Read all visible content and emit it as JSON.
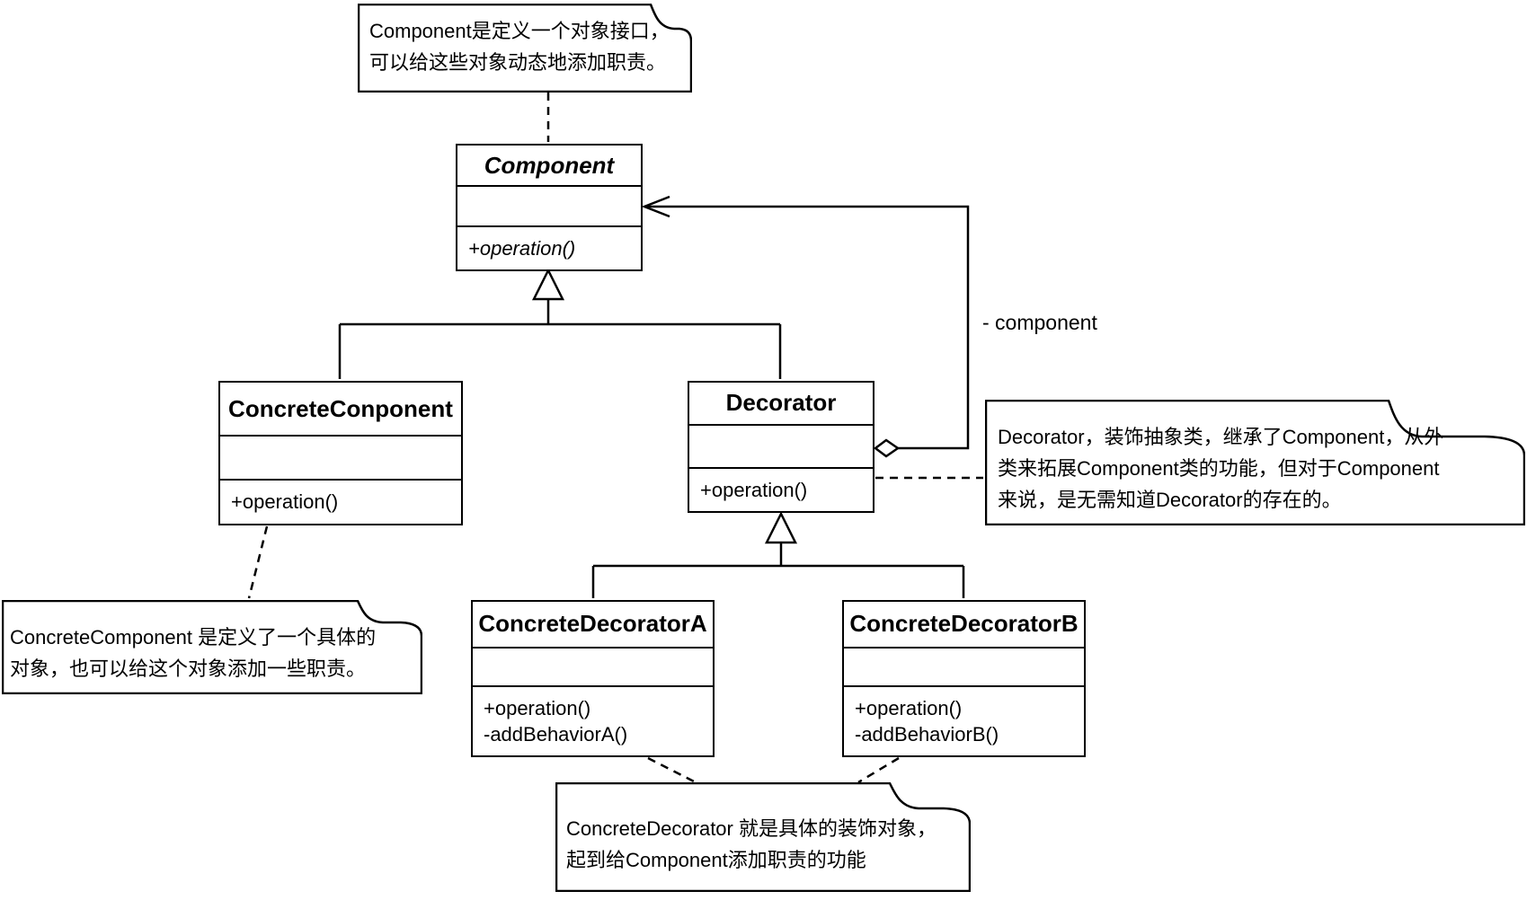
{
  "diagram": {
    "title": "Decorator pattern UML class diagram",
    "colors": {
      "stroke": "#000000",
      "fill": "#ffffff"
    },
    "classes": {
      "component": {
        "name": "Component",
        "abstract": true,
        "operations": [
          "+operation()"
        ]
      },
      "concrete_component": {
        "name": "ConcreteConponent",
        "abstract": false,
        "operations": [
          "+operation()"
        ]
      },
      "decorator": {
        "name": "Decorator",
        "abstract": false,
        "operations": [
          "+operation()"
        ]
      },
      "concrete_decorator_a": {
        "name": "ConcreteDecoratorA",
        "abstract": false,
        "operations": [
          "+operation()",
          "-addBehaviorA()"
        ]
      },
      "concrete_decorator_b": {
        "name": "ConcreteDecoratorB",
        "abstract": false,
        "operations": [
          "+operation()",
          "-addBehaviorB()"
        ]
      }
    },
    "notes": {
      "component_note": {
        "lines": [
          "Component是定义一个对象接口，",
          "可以给这些对象动态地添加职责。"
        ]
      },
      "concrete_component_note": {
        "lines": [
          "ConcreteComponent 是定义了一个具体的",
          "对象，也可以给这个对象添加一些职责。"
        ]
      },
      "decorator_note": {
        "lines": [
          "Decorator，装饰抽象类，继承了Component，从外",
          "类来拓展Component类的功能，但对于Component",
          "来说，是无需知道Decorator的存在的。"
        ]
      },
      "concrete_decorator_note": {
        "lines": [
          "ConcreteDecorator 就是具体的装饰对象，",
          "起到给Component添加职责的功能"
        ]
      }
    },
    "labels": {
      "aggregation_role": "- component"
    }
  }
}
